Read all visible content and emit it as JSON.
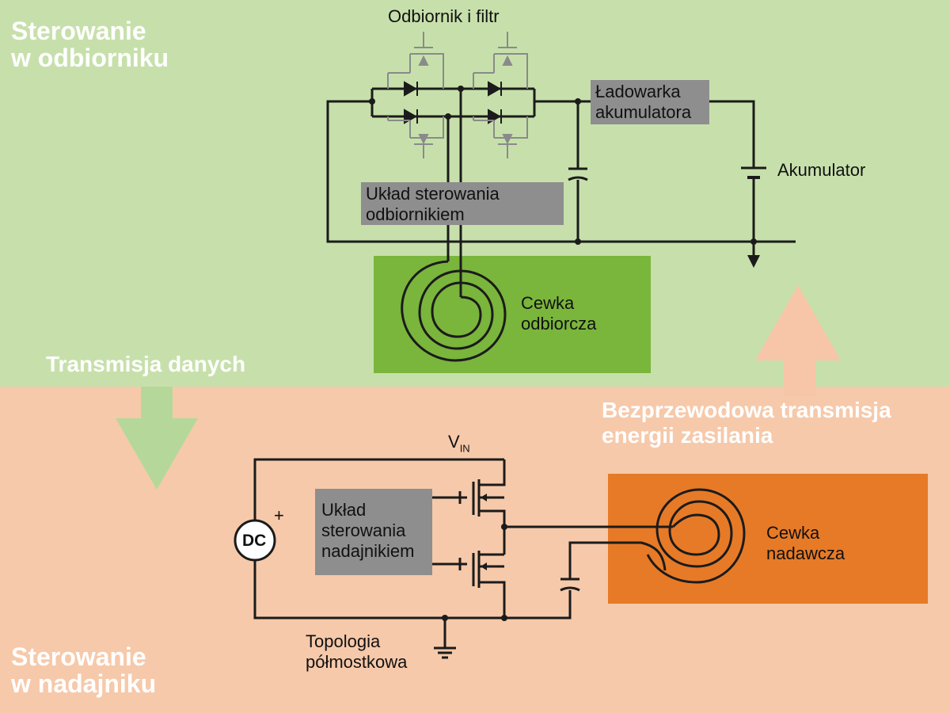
{
  "colors": {
    "receiver_bg": "#c7e0ab",
    "transmitter_bg": "#f6c9aa",
    "receiver_coil_box": "#7ab53c",
    "transmitter_coil_box": "#e77a27",
    "control_box": "#8e8e8e",
    "wire": "#1b1b1b",
    "data_arrow": "#b5d89a",
    "power_arrow": "#f7c5a7"
  },
  "regions": {
    "receiver_title_line1": "Sterowanie",
    "receiver_title_line2": "w odbiorniku",
    "transmitter_title_line1": "Sterowanie",
    "transmitter_title_line2": "w nadajniku"
  },
  "arrows": {
    "data_label": "Transmisja danych",
    "power_label_line1": "Bezprzewodowa transmisja",
    "power_label_line2": "energii zasilania"
  },
  "receiver": {
    "rectifier_label": "Odbiornik i filtr",
    "charger_line1": "Ładowarka",
    "charger_line2": "akumulatora",
    "battery_label": "Akumulator",
    "control_line1": "Układ sterowania",
    "control_line2": "odbiornikiem",
    "coil_line1": "Cewka",
    "coil_line2": "odbiorcza"
  },
  "transmitter": {
    "vin_label": "V",
    "vin_sub": "IN",
    "dc_label": "DC",
    "dc_plus": "+",
    "control_line1": "Układ",
    "control_line2": "sterowania",
    "control_line3": "nadajnikiem",
    "coil_line1": "Cewka",
    "coil_line2": "nadawcza",
    "topology_line1": "Topologia",
    "topology_line2": "półmostkowa"
  }
}
